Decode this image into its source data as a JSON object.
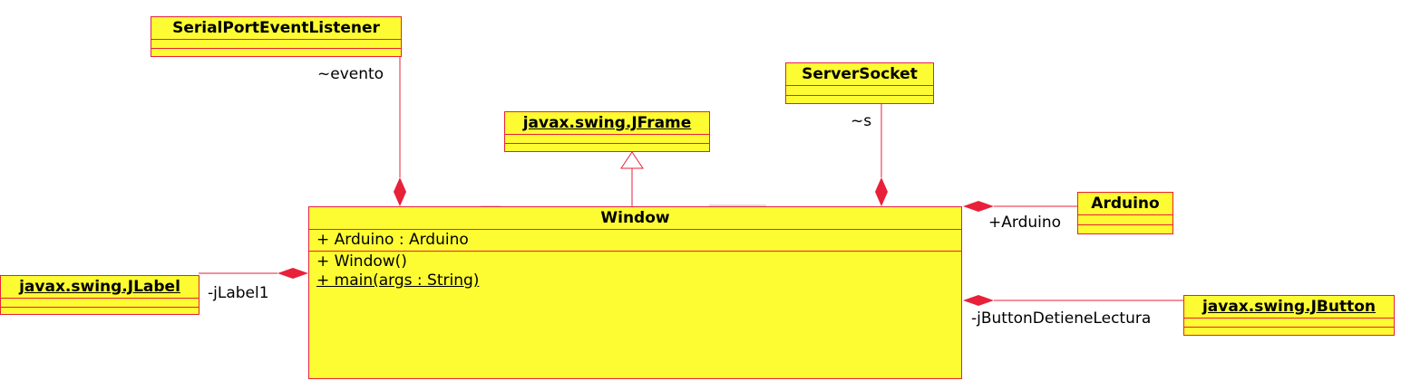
{
  "colors": {
    "fill": "#fdfc33",
    "stroke": "#e8203a",
    "text": "#000000"
  },
  "classes": {
    "serial": {
      "name": "SerialPortEventListener"
    },
    "server": {
      "name": "ServerSocket"
    },
    "jframe": {
      "name": "javax.swing.JFrame"
    },
    "arduino": {
      "name": "Arduino"
    },
    "jlabel": {
      "name": "javax.swing.JLabel"
    },
    "jbutton": {
      "name": "javax.swing.JButton"
    },
    "window": {
      "name": "Window",
      "attributes": [
        "+ Arduino : Arduino"
      ],
      "operations": [
        "+ Window()",
        "+ main(args : String)"
      ]
    }
  },
  "relations": {
    "evento": "~evento",
    "s": "~s",
    "arduino": "+Arduino",
    "jlabel": "-jLabel1",
    "jbutton": "-jButtonDetieneLectura"
  }
}
